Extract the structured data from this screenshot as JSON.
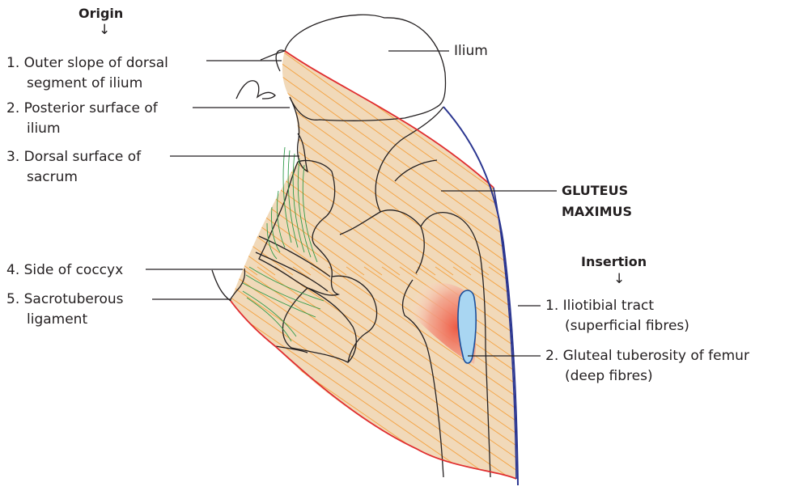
{
  "colors": {
    "muscle_fill": "#f1d9b9",
    "fibre_lines": "#f4a13f",
    "upper_border": "#e02d2f",
    "posterior_border": "#2a3590",
    "ligament_fibres": "#2f9a4a",
    "tuberosity_fill": "#a9d6f2",
    "tuberosity_outline": "#1b4f9c",
    "insertion_gradient": "#ee5b45",
    "outline": "#231f20"
  },
  "origin": {
    "heading": "Origin",
    "arrow": "↓",
    "items": [
      {
        "line1": "1. Outer slope of dorsal",
        "line2": "segment of ilium"
      },
      {
        "line1": "2. Posterior surface of",
        "line2": "ilium"
      },
      {
        "line1": "3. Dorsal surface of",
        "line2": "sacrum"
      },
      {
        "line1": "4. Side of coccyx",
        "line2": ""
      },
      {
        "line1": "5. Sacrotuberous",
        "line2": "ligament"
      }
    ]
  },
  "ilium_label": "Ilium",
  "muscle_name": {
    "line1": "GLUTEUS",
    "line2": "MAXIMUS"
  },
  "insertion": {
    "heading": "Insertion",
    "arrow": "↓",
    "items": [
      {
        "line1": "1. Iliotibial tract",
        "line2": "(superficial fibres)"
      },
      {
        "line1": "2. Gluteal tuberosity of femur",
        "line2": "(deep fibres)"
      }
    ]
  }
}
